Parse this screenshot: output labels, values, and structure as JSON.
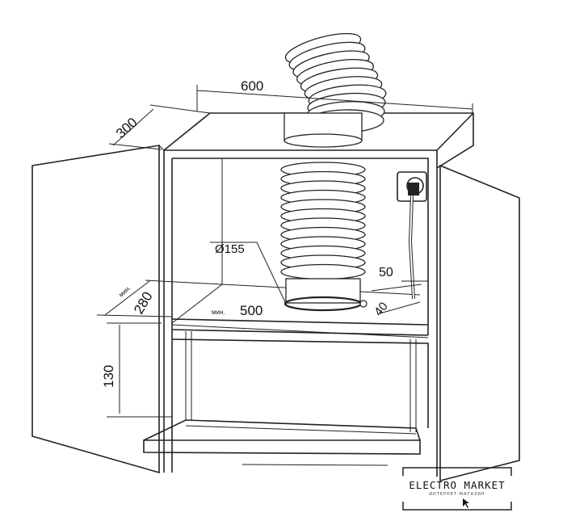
{
  "dimensions": {
    "width": "600",
    "depth": "300",
    "duct_diameter": "Ø155",
    "socket_offset": "50",
    "min_depth_label": "мин.",
    "min_depth": "280",
    "min_width_label": "мин.",
    "min_width": "500",
    "rear_gap": "40",
    "height": "130"
  },
  "logo": {
    "title": "ELECTRO MARKET",
    "subtitle": "ИНТЕРНЕТ-МАГАЗИН"
  }
}
